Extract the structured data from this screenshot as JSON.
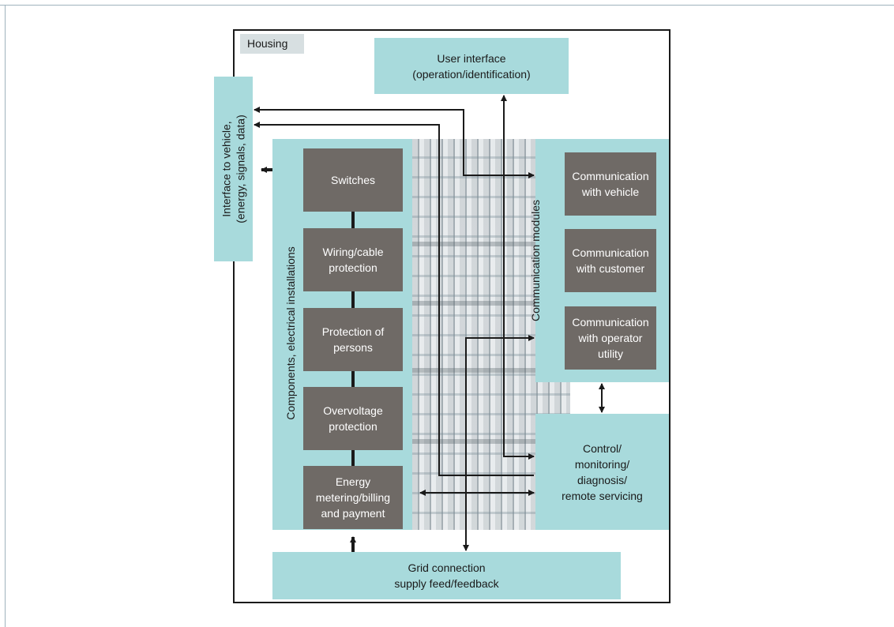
{
  "housing": {
    "label": "Housing"
  },
  "user_interface": {
    "line1": "User interface",
    "line2": "(operation/identification)"
  },
  "vehicle_interface": {
    "line1": "Interface to vehicle,",
    "line2": "(energy, signals, data)"
  },
  "components": {
    "label": "Components, electrical installations",
    "items": [
      {
        "lines": [
          "Switches"
        ]
      },
      {
        "lines": [
          "Wiring/cable",
          "protection"
        ]
      },
      {
        "lines": [
          "Protection of",
          "persons"
        ]
      },
      {
        "lines": [
          "Overvoltage",
          "protection"
        ]
      },
      {
        "lines": [
          "Energy",
          "metering/billing",
          "and payment"
        ]
      }
    ]
  },
  "communication": {
    "label": "Communication modules",
    "items": [
      {
        "lines": [
          "Communication",
          "with vehicle"
        ]
      },
      {
        "lines": [
          "Communication",
          "with customer"
        ]
      },
      {
        "lines": [
          "Communication",
          "with operator",
          "utility"
        ]
      }
    ]
  },
  "control": {
    "lines": [
      "Control/",
      "monitoring/",
      "diagnosis/",
      "remote servicing"
    ]
  },
  "grid": {
    "line1": "Grid connection",
    "line2": "supply feed/feedback"
  },
  "colors": {
    "teal": "#a8dadc",
    "gray_box": "#6f6a66",
    "line": "#1a1a1a"
  }
}
